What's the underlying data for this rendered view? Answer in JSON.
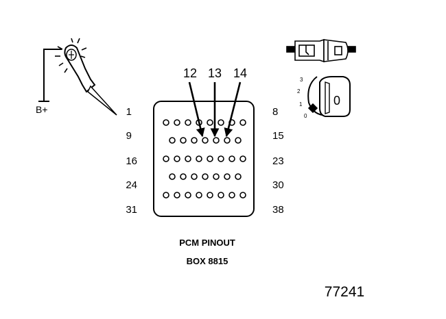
{
  "probe": {
    "label": "B+"
  },
  "connector": {
    "row_start_pins": [
      "1",
      "9",
      "16",
      "24",
      "31"
    ],
    "row_end_pins": [
      "8",
      "15",
      "23",
      "30",
      "38"
    ],
    "row_pin_counts": [
      8,
      7,
      8,
      7,
      8
    ],
    "indicated_pins": [
      "12",
      "13",
      "14"
    ]
  },
  "ignition": {
    "positions": [
      "3",
      "2",
      "1",
      "0"
    ],
    "key_number": "0"
  },
  "caption": {
    "line1": "PCM PINOUT",
    "line2": "BOX 8815"
  },
  "figure_id": "77241"
}
